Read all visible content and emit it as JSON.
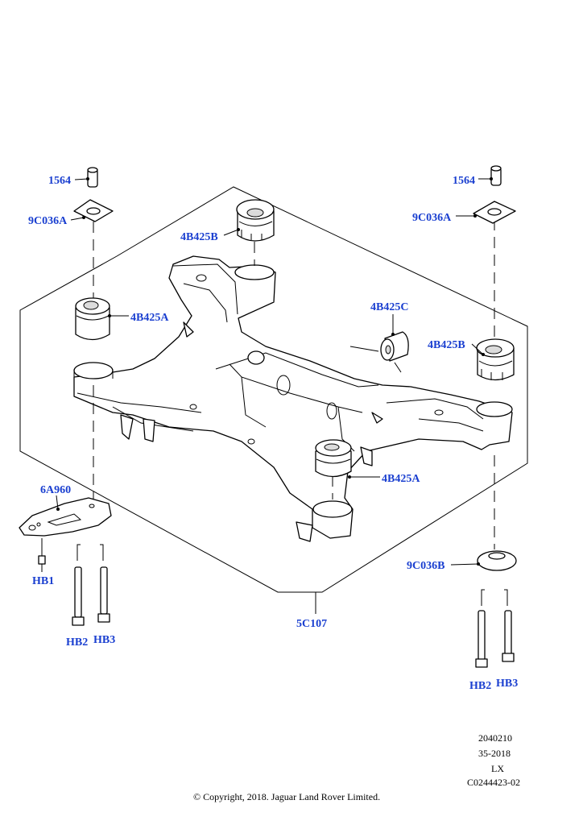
{
  "labels": {
    "stud_left": "1564",
    "washer_left": "9C036A",
    "bush_left_upper": "4B425A",
    "bush_rear_upper": "4B425B",
    "bush_right_mid": "4B425B",
    "bush_center": "4B425C",
    "bush_front_lower": "4B425A",
    "stud_right": "1564",
    "washer_right": "9C036A",
    "bracket": "6A960",
    "bolt_hb1": "HB1",
    "bolt_hb2_left": "HB2",
    "bolt_hb3_left": "HB3",
    "subframe": "5C107",
    "washer_lower_right": "9C036B",
    "bolt_hb2_right": "HB2",
    "bolt_hb3_right": "HB3"
  },
  "meta": {
    "line1": "2040210",
    "line2": "35-2018",
    "line3": "LX",
    "line4": "C0244423-02",
    "copyright": "© Copyright, 2018. Jaguar Land Rover Limited."
  },
  "colors": {
    "callout_text": "#1a3fd0",
    "line_art": "#000000",
    "background": "#ffffff"
  }
}
